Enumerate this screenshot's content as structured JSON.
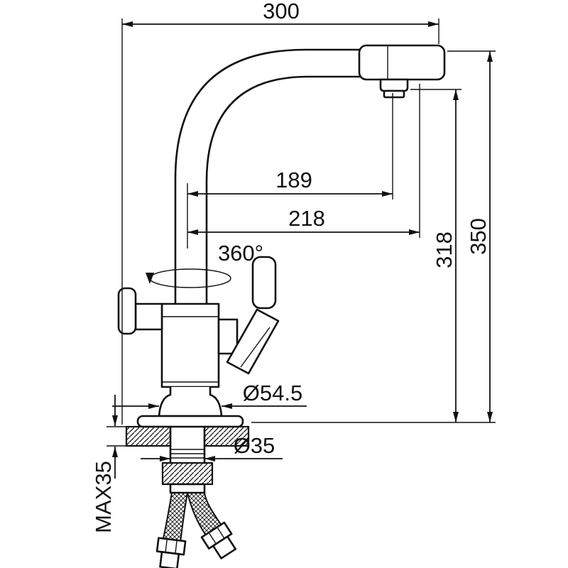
{
  "diagram": {
    "kind": "technical dimension drawing",
    "subject": "kitchen mixer faucet side elevation with mounting hardware",
    "colors": {
      "ink": "#111111",
      "background": "#ffffff"
    },
    "labels": {
      "width_overall": "300",
      "reach_aerator": "189",
      "reach_spout_end": "218",
      "height_to_spout": "318",
      "height_overall": "350",
      "swivel": "360°",
      "base_diameter": "Ø54.5",
      "shank_diameter": "Ø35",
      "max_mount_thickness": "MAX35"
    }
  }
}
